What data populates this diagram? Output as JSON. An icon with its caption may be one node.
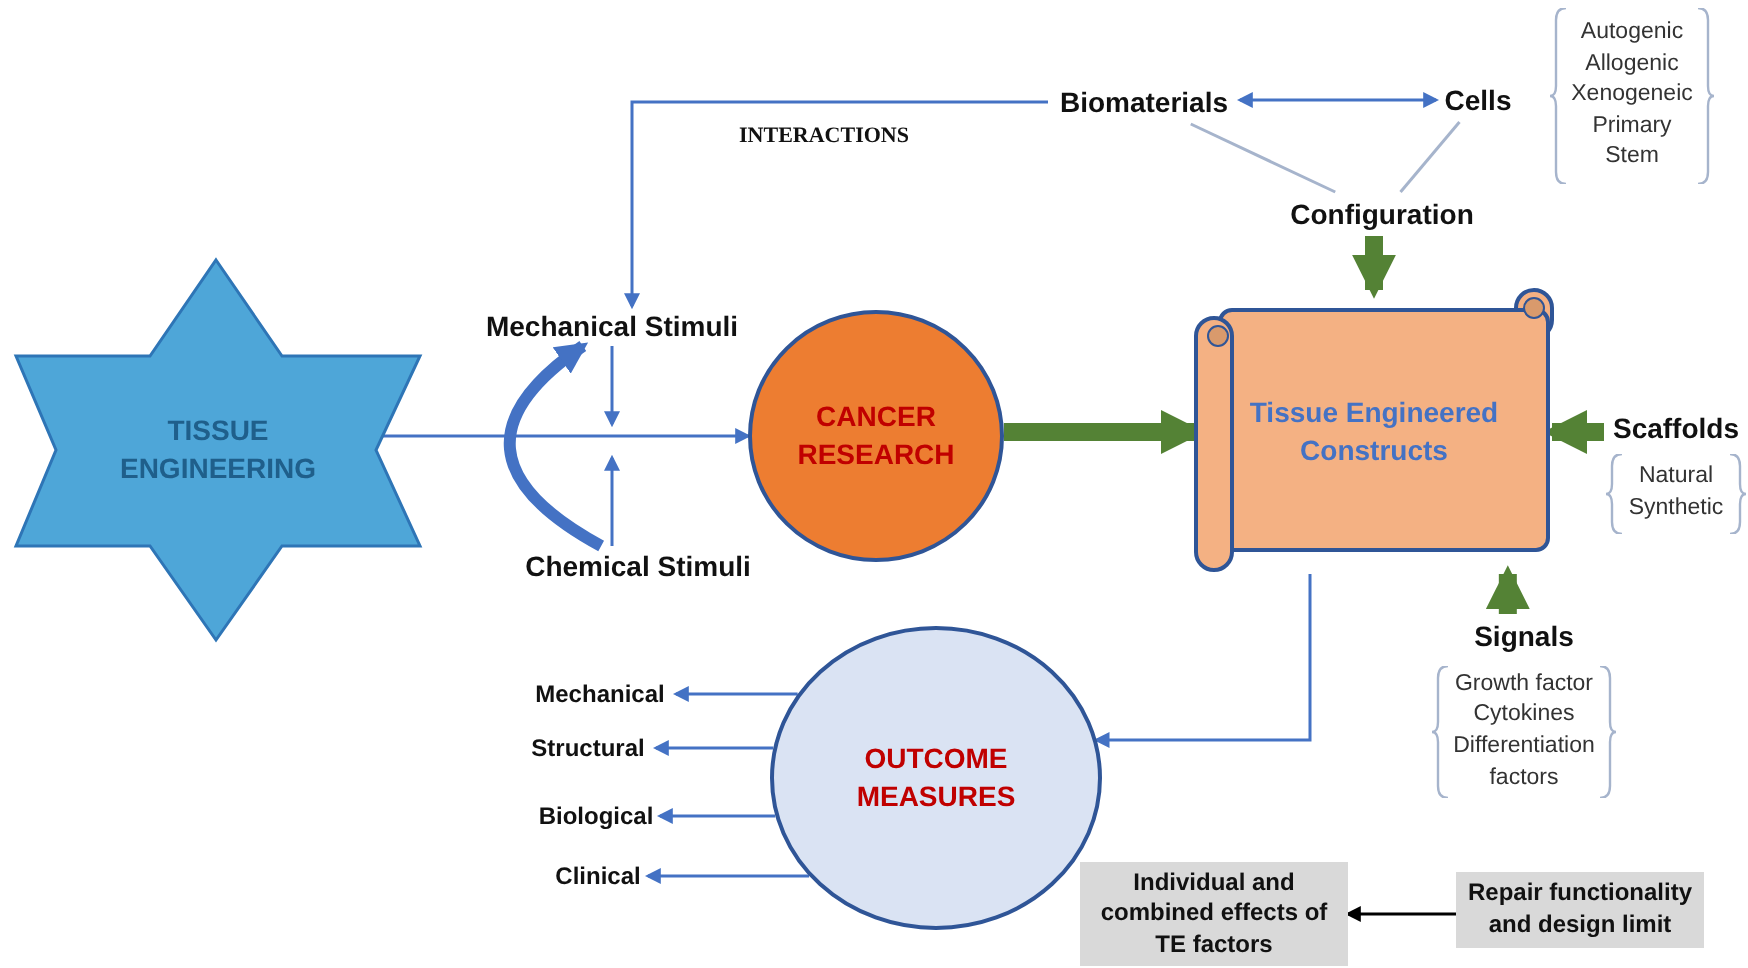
{
  "diagram": {
    "nodes": [
      {
        "text": [
          "TISSUE ENGINEERING"
        ]
      },
      {
        "text": [
          "Mechanical Stimuli"
        ]
      },
      {
        "text": [
          "Chemical Stimuli"
        ]
      },
      {
        "text": [
          "CANCER RESEARCH"
        ]
      },
      {
        "text": [
          "Biomaterials"
        ]
      },
      {
        "text": [
          "Cells"
        ],
        "beside": [
          "Autogenic",
          "Allogenic",
          "Xenogeneic",
          "Primary",
          "Stem"
        ]
      },
      {
        "text": [
          "Configuration"
        ]
      },
      {
        "text": [
          "Tissue Engineered Constructs"
        ]
      },
      {
        "text": [
          "Scaffolds"
        ],
        "beside": [
          "Natural",
          "Synthetic"
        ]
      },
      {
        "text": [
          "Signals"
        ],
        "beside": [
          "Growth factor",
          "Cytokines",
          "Differentiation factors"
        ]
      },
      {
        "text": [
          "OUTCOME MEASURES"
        ]
      },
      {
        "text": [
          "Mechanical"
        ]
      },
      {
        "text": [
          "Structural"
        ]
      },
      {
        "text": [
          "Biological"
        ]
      },
      {
        "text": [
          "Clinical"
        ]
      },
      {
        "text": [
          "Individual and combined effects of TE factors"
        ]
      },
      {
        "text": [
          "Repair functionality and design limit"
        ]
      }
    ],
    "edges": [
      {
        "from": 0,
        "to": 3,
        "arrow": "to"
      },
      {
        "from": 2,
        "to": 1,
        "arrow": "to",
        "style": "thick"
      },
      {
        "from": 1,
        "to": null,
        "arrow": "to"
      },
      {
        "from": 2,
        "to": null,
        "arrow": "to"
      },
      {
        "from": 4,
        "to": 1,
        "arrow": "to",
        "label": "INTERACTIONS"
      },
      {
        "from": 4,
        "to": 5,
        "arrow": "both"
      },
      {
        "from": 4,
        "to": 6,
        "arrow": "none",
        "color": "#a6b4cc"
      },
      {
        "from": 5,
        "to": 6,
        "arrow": "none",
        "color": "#a6b4cc"
      },
      {
        "from": 6,
        "to": 7,
        "arrow": "to",
        "style": "thick",
        "color": "#548235"
      },
      {
        "from": 3,
        "to": 7,
        "arrow": "to",
        "style": "thick",
        "color": "#548235"
      },
      {
        "from": 8,
        "to": 7,
        "arrow": "to",
        "style": "thick",
        "color": "#548235"
      },
      {
        "from": 9,
        "to": 7,
        "arrow": "to",
        "style": "thick",
        "color": "#548235"
      },
      {
        "from": 7,
        "to": 10,
        "arrow": "to"
      },
      {
        "from": 10,
        "to": 11,
        "arrow": "to"
      },
      {
        "from": 10,
        "to": 12,
        "arrow": "to"
      },
      {
        "from": 10,
        "to": 13,
        "arrow": "to"
      },
      {
        "from": 10,
        "to": 14,
        "arrow": "to"
      },
      {
        "from": 16,
        "to": 15,
        "arrow": "to",
        "color": "#000000"
      }
    ]
  }
}
